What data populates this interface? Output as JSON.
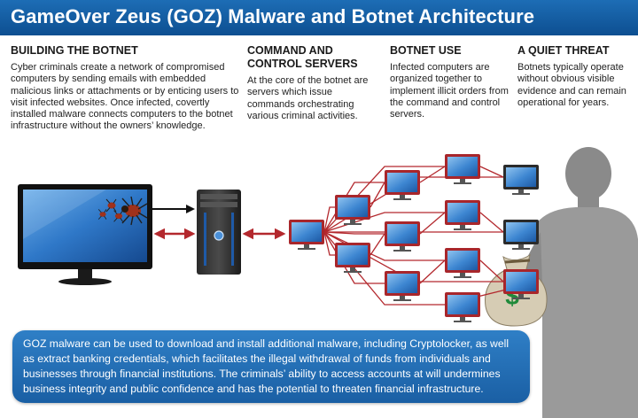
{
  "title": "GameOver Zeus (GOZ) Malware and Botnet Architecture",
  "sections": [
    {
      "heading": "BUILDING THE BOTNET",
      "body": "Cyber criminals create a network of compromised computers by sending emails with embedded malicious links or attachments or by enticing users to visit infected websites. Once infected, covertly installed malware connects computers to the botnet infrastructure without the owners’ knowledge."
    },
    {
      "heading": "COMMAND AND CONTROL SERVERS",
      "body": "At the core of the botnet are servers which issue commands orchestrating various criminal activities."
    },
    {
      "heading": "BOTNET USE",
      "body": "Infected computers are organized together to implement illicit orders from the command and control servers."
    },
    {
      "heading": "A QUIET THREAT",
      "body": "Botnets typically operate without obvious visible evidence and can remain operational for years."
    }
  ],
  "footer": "GOZ malware can be used to download and install additional malware, including Cryptolocker, as well as extract banking credentials, which facilitates the illegal withdrawal of funds from individuals and businesses through financial institutions. The criminals’ ability to access accounts at will undermines business integrity and public confidence and has the potential to threaten financial infrastructure.",
  "money_symbol": "$",
  "colors": {
    "title_bar": "#1565b0",
    "link_red": "#b3282d",
    "screen_blue": "#4a90d9",
    "footer_blue": "#2270b8"
  }
}
